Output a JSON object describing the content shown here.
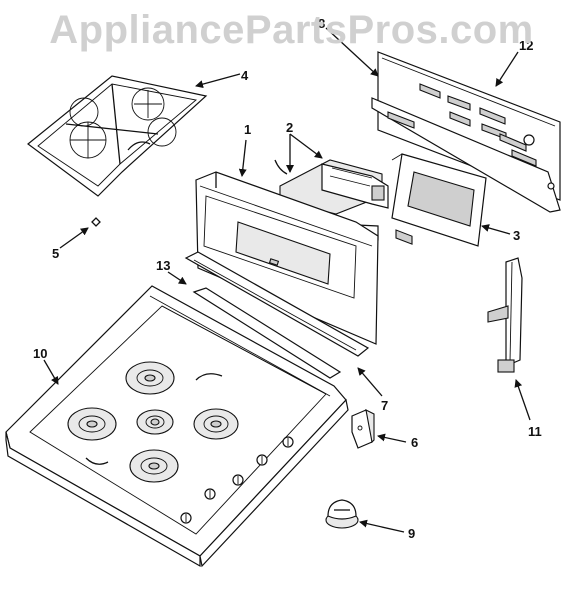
{
  "watermark": "AppliancePartsPros.com",
  "callouts": {
    "c1": "1",
    "c2": "2",
    "c3": "3",
    "c4": "4",
    "c5": "5",
    "c6": "6",
    "c7": "7",
    "c8": "8",
    "c9": "9",
    "c10": "10",
    "c11": "11",
    "c12": "12",
    "c13": "13"
  }
}
